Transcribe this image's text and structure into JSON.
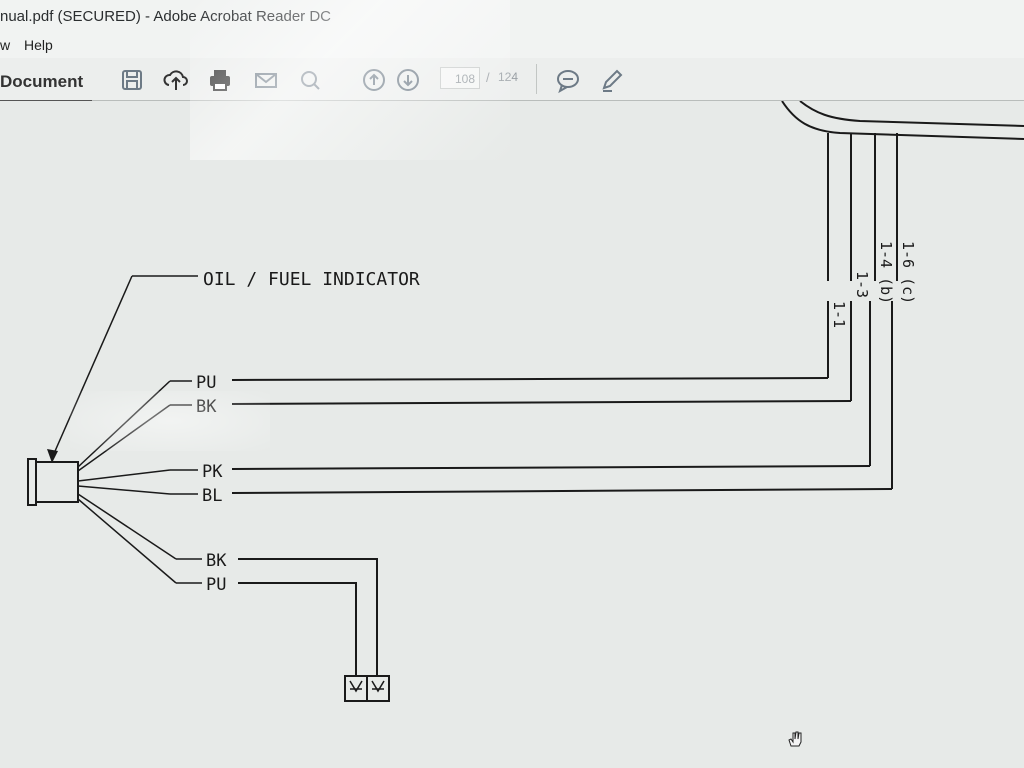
{
  "window": {
    "title": "nual.pdf (SECURED) - Adobe Acrobat Reader DC"
  },
  "menu": {
    "items": [
      {
        "label": "w"
      },
      {
        "label": "Help"
      }
    ]
  },
  "toolbar": {
    "tab_label": "Document",
    "current_page": "108",
    "separator": "/",
    "total_pages": "124",
    "icons": [
      "save-icon",
      "upload-cloud-icon",
      "print-icon",
      "email-icon",
      "search-icon",
      "page-up-icon",
      "page-down-icon",
      "comment-icon",
      "pen-icon"
    ]
  },
  "diagram": {
    "title": "OIL / FUEL INDICATOR",
    "wires_upper": [
      {
        "color_code": "PU"
      },
      {
        "color_code": "BK"
      },
      {
        "color_code": "PK"
      },
      {
        "color_code": "BL"
      }
    ],
    "wires_lower": [
      {
        "color_code": "BK"
      },
      {
        "color_code": "PU"
      }
    ],
    "pin_labels": [
      "1-1",
      "1-3",
      "1-4 (b)",
      "1-6 (c)"
    ]
  },
  "colors": {
    "toolbar_bg": "#eceeed",
    "page_bg": "#e7eae8",
    "ink": "#1a1a1a"
  }
}
